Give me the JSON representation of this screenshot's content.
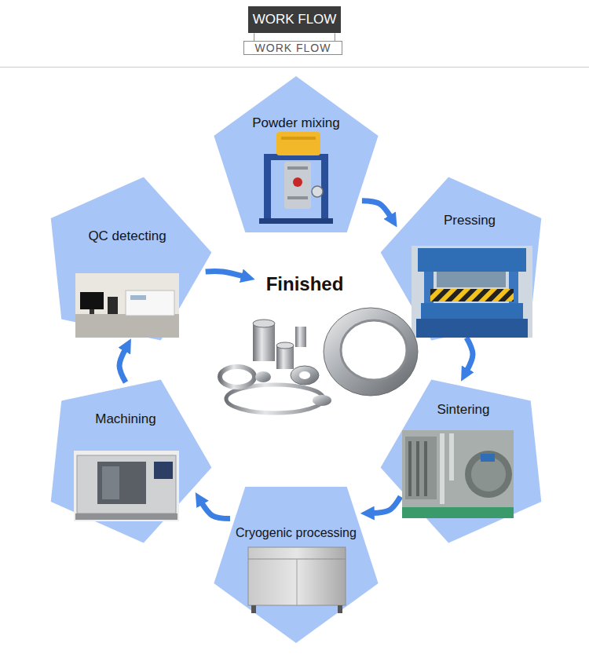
{
  "diagram": {
    "title": "WORK FLOW",
    "nodes": [
      {
        "text": [
          "Powder mixing"
        ]
      },
      {
        "text": [
          "Pressing"
        ]
      },
      {
        "text": [
          "Sintering"
        ]
      },
      {
        "text": [
          "Cryogenic processing"
        ]
      },
      {
        "text": [
          "Machining"
        ]
      },
      {
        "text": [
          "QC detecting"
        ]
      },
      {
        "text": [
          "Finished"
        ]
      }
    ],
    "edges": [
      {
        "from": 0,
        "to": 1,
        "arrow": "to"
      },
      {
        "from": 1,
        "to": 2,
        "arrow": "to"
      },
      {
        "from": 2,
        "to": 3,
        "arrow": "to"
      },
      {
        "from": 3,
        "to": 4,
        "arrow": "to"
      },
      {
        "from": 4,
        "to": 5,
        "arrow": "to"
      },
      {
        "from": 5,
        "to": 6,
        "arrow": "to"
      }
    ],
    "labels": [
      "WORK FLOW"
    ]
  }
}
